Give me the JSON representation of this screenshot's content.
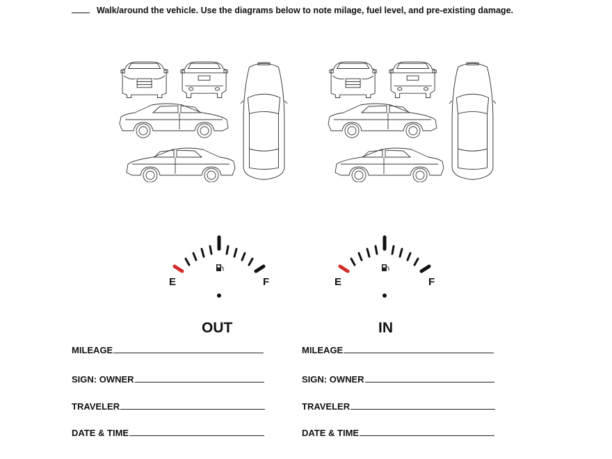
{
  "instruction": {
    "checkbox_blank": "____",
    "text": "Walk/around the vehicle. Use the diagrams below to note milage, fuel level, and pre-existing damage."
  },
  "diagrams": [
    {
      "id": "out",
      "views": [
        "front",
        "rear",
        "left-side",
        "right-side",
        "top"
      ]
    },
    {
      "id": "in",
      "views": [
        "front",
        "rear",
        "left-side",
        "right-side",
        "top"
      ]
    }
  ],
  "gauges": [
    {
      "empty_label": "E",
      "full_label": "F",
      "empty_color": "#d62a2a",
      "tick_color": "#111111"
    },
    {
      "empty_label": "E",
      "full_label": "F",
      "empty_color": "#d62a2a",
      "tick_color": "#111111"
    }
  ],
  "columns": [
    {
      "title": "OUT",
      "fields": [
        {
          "label": "MILEAGE",
          "value": ""
        },
        {
          "label": "SIGN: OWNER",
          "value": ""
        },
        {
          "label": "TRAVELER",
          "value": ""
        },
        {
          "label": "DATE & TIME",
          "value": ""
        }
      ]
    },
    {
      "title": "IN",
      "fields": [
        {
          "label": "MILEAGE",
          "value": ""
        },
        {
          "label": "SIGN: OWNER",
          "value": ""
        },
        {
          "label": "TRAVELER",
          "value": ""
        },
        {
          "label": "DATE & TIME",
          "value": ""
        }
      ]
    }
  ]
}
